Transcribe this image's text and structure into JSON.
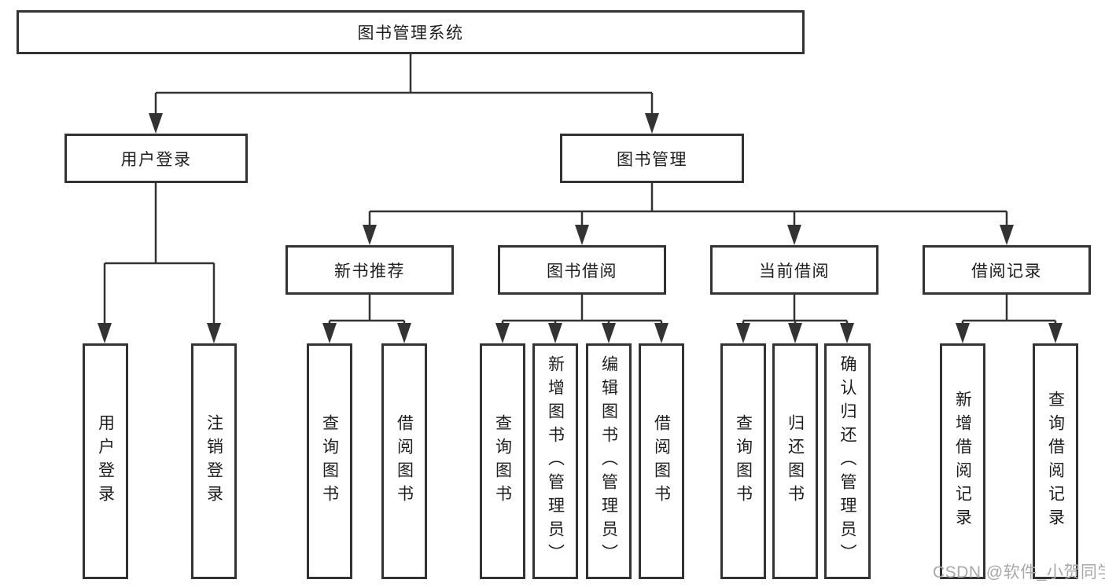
{
  "diagram": {
    "colors": {
      "line": "#333333",
      "box_border": "#333333",
      "text": "#1d1d1d",
      "background": "#ffffff",
      "watermark_text_color": "#a9a9a9"
    },
    "tree": {
      "label": "图书管理系统",
      "children": [
        {
          "label": "用户登录",
          "children": [
            {
              "label": "用户登录"
            },
            {
              "label": "注销登录"
            }
          ]
        },
        {
          "label": "图书管理",
          "children": [
            {
              "label": "新书推荐",
              "children": [
                {
                  "label": "查询图书"
                },
                {
                  "label": "借阅图书"
                }
              ]
            },
            {
              "label": "图书借阅",
              "children": [
                {
                  "label": "查询图书"
                },
                {
                  "label": "新增图书（管理员）"
                },
                {
                  "label": "编辑图书（管理员）"
                },
                {
                  "label": "借阅图书"
                }
              ]
            },
            {
              "label": "当前借阅",
              "children": [
                {
                  "label": "查询图书"
                },
                {
                  "label": "归还图书"
                },
                {
                  "label": "确认归还（管理员）"
                }
              ]
            },
            {
              "label": "借阅记录",
              "children": [
                {
                  "label": "新增借阅记录"
                },
                {
                  "label": "查询借阅记录"
                }
              ]
            }
          ]
        }
      ]
    },
    "watermark": "CSDN @软件_小贺同学"
  }
}
